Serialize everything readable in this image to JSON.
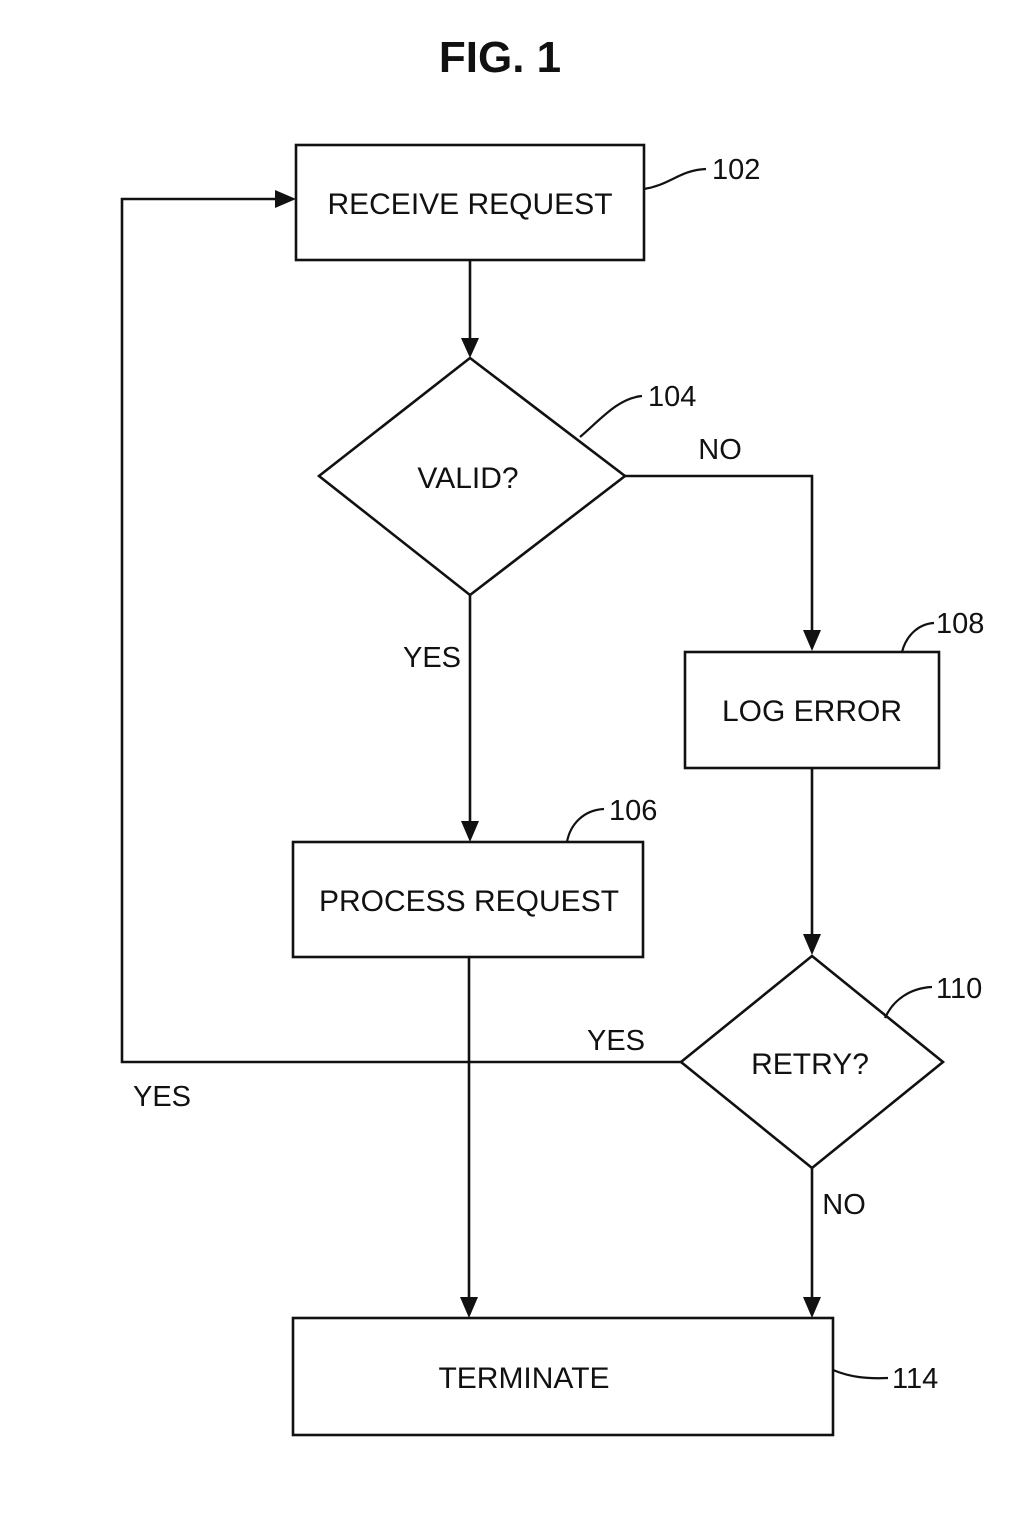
{
  "figure": {
    "title": "FIG. 1"
  },
  "nodes": {
    "receive": {
      "label": "RECEIVE REQUEST",
      "ref": "102"
    },
    "valid": {
      "label": "VALID?",
      "ref": "104"
    },
    "process": {
      "label": "PROCESS REQUEST",
      "ref": "106"
    },
    "log": {
      "label": "LOG ERROR",
      "ref": "108"
    },
    "retry": {
      "label": "RETRY?",
      "ref": "110"
    },
    "terminate": {
      "label": "TERMINATE",
      "ref": "114"
    }
  },
  "edges": {
    "valid_no": "NO",
    "valid_yes": "YES",
    "retry_yes": "YES",
    "loop_yes": "YES",
    "retry_no": "NO"
  }
}
